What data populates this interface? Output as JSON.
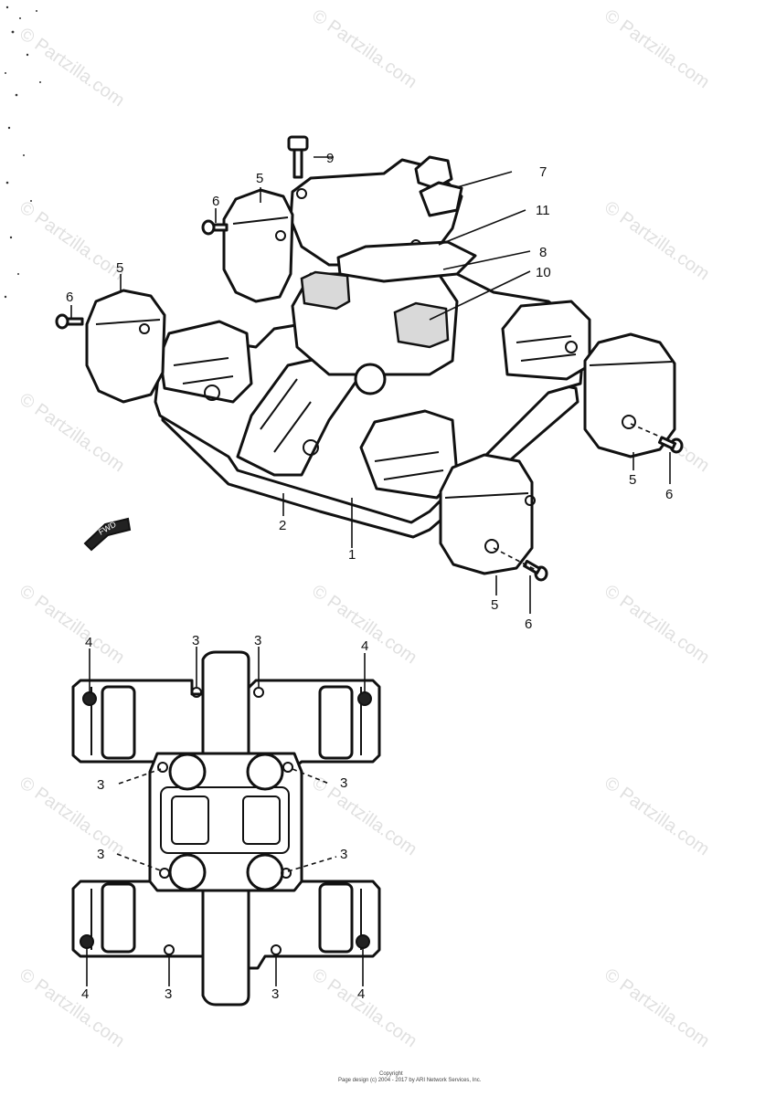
{
  "callouts": {
    "c1": "1",
    "c2": "2",
    "c3a": "3",
    "c3b": "3",
    "c3c": "3",
    "c3d": "3",
    "c3e": "3",
    "c3f": "3",
    "c3g": "3",
    "c3h": "3",
    "c4a": "4",
    "c4b": "4",
    "c4c": "4",
    "c4d": "4",
    "c5a": "5",
    "c5b": "5",
    "c5c": "5",
    "c5d": "5",
    "c6a": "6",
    "c6b": "6",
    "c6c": "6",
    "c6d": "6",
    "c7": "7",
    "c8": "8",
    "c9": "9",
    "c10": "10",
    "c11": "11"
  },
  "arrow_label": "FWD",
  "watermark": "© Partzilla.com",
  "footer": {
    "line1": "Copyright",
    "line2": "Page design (c) 2004 - 2017 by ARI Network Services, Inc."
  }
}
